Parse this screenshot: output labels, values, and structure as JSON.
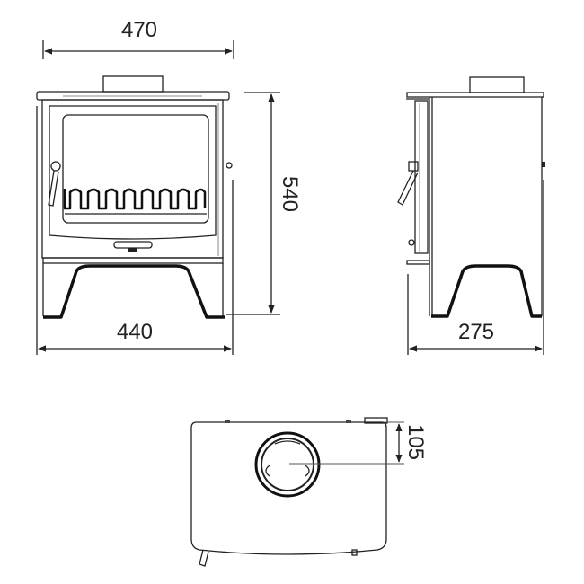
{
  "drawing": {
    "subject": "wood-burning stove dimensional drawing",
    "units": "mm",
    "line_color": "#222222",
    "background": "#ffffff"
  },
  "front_view": {
    "top_width_label": "470",
    "base_width_label": "440",
    "height_label": "540"
  },
  "side_view": {
    "depth_label": "275"
  },
  "top_view": {
    "flue_offset_label": "105"
  }
}
